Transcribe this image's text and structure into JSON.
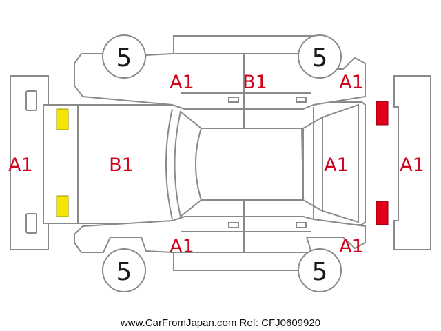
{
  "colors": {
    "outline": "#8a8a8a",
    "damage_code": "#d0021b",
    "tire_number": "#1a1a1a",
    "front_lamp": "#f5e300",
    "rear_lamp": "#e0001a",
    "footer_text": "#111111"
  },
  "diagram": {
    "tire_labels": {
      "front_left": "5",
      "rear_left": "5",
      "front_right": "5",
      "rear_right": "5"
    },
    "codes": {
      "front_bumper": "A1",
      "hood": "B1",
      "left_front_door": "A1",
      "left_rear_door": "B1",
      "left_rear_fender": "A1",
      "right_front_door": "A1",
      "right_rear_fender": "A1",
      "rear_panel": "A1",
      "rear_bumper": "A1"
    }
  },
  "footer": {
    "text": "www.CarFromJapan.com Ref: CFJ0609920"
  }
}
